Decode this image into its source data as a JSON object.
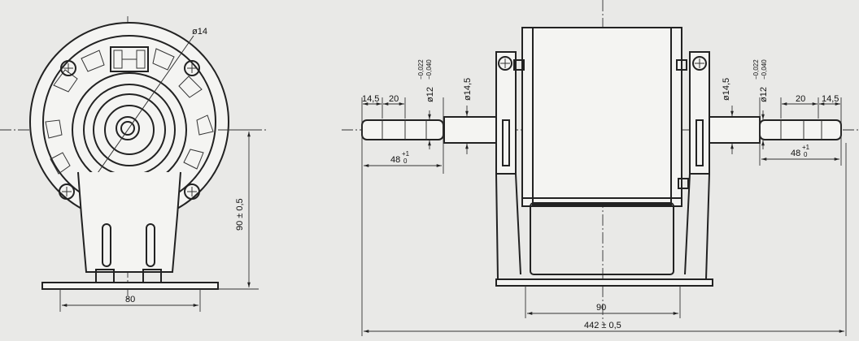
{
  "dimensions": {
    "bolt_hole_diameter": "ø14",
    "base_width": "80",
    "shaft_height": "90 ± 0,5",
    "left_shaft_end": "14,5",
    "left_flat_length": "20",
    "shaft_diameter_main": "ø12",
    "tol_upper": "−0,022",
    "tol_lower": "−0,040",
    "shaft_collar_dia_left": "ø14,5",
    "shaft_collar_dia_right": "ø14,5",
    "shaft_len_base": "48",
    "shaft_len_tol_upper": "+1",
    "shaft_len_tol_lower": "0",
    "right_flat_length": "20",
    "right_shaft_end": "14,5",
    "mount_spacing": "90",
    "overall_length": "442 ± 0,5"
  },
  "colors": {
    "paper": "#e9e9e7",
    "line": "#222222"
  }
}
